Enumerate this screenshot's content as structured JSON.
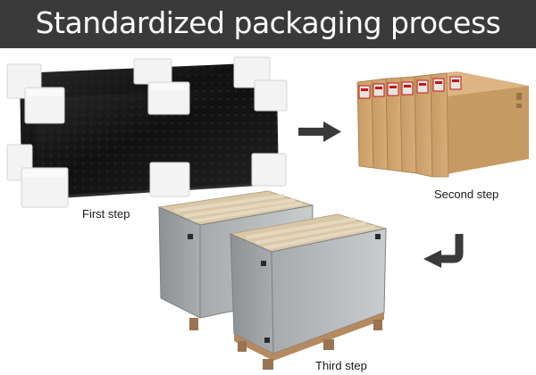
{
  "header": {
    "title": "Standardized packaging process"
  },
  "steps": [
    {
      "label": "First step",
      "stage": "foam-protected panels"
    },
    {
      "label": "Second step",
      "stage": "carton boxes"
    },
    {
      "label": "Third step",
      "stage": "wooden crates on pallets"
    }
  ],
  "colors": {
    "header_bg": "#3a3a3a",
    "header_text": "#ffffff",
    "panel": "#161616",
    "foam": "#f4f4f4",
    "carton": "#c89a66",
    "crate_side": "#b9bcbe",
    "plywood_lid": "#d8c7a8",
    "arrow": "#3a3a3a"
  }
}
